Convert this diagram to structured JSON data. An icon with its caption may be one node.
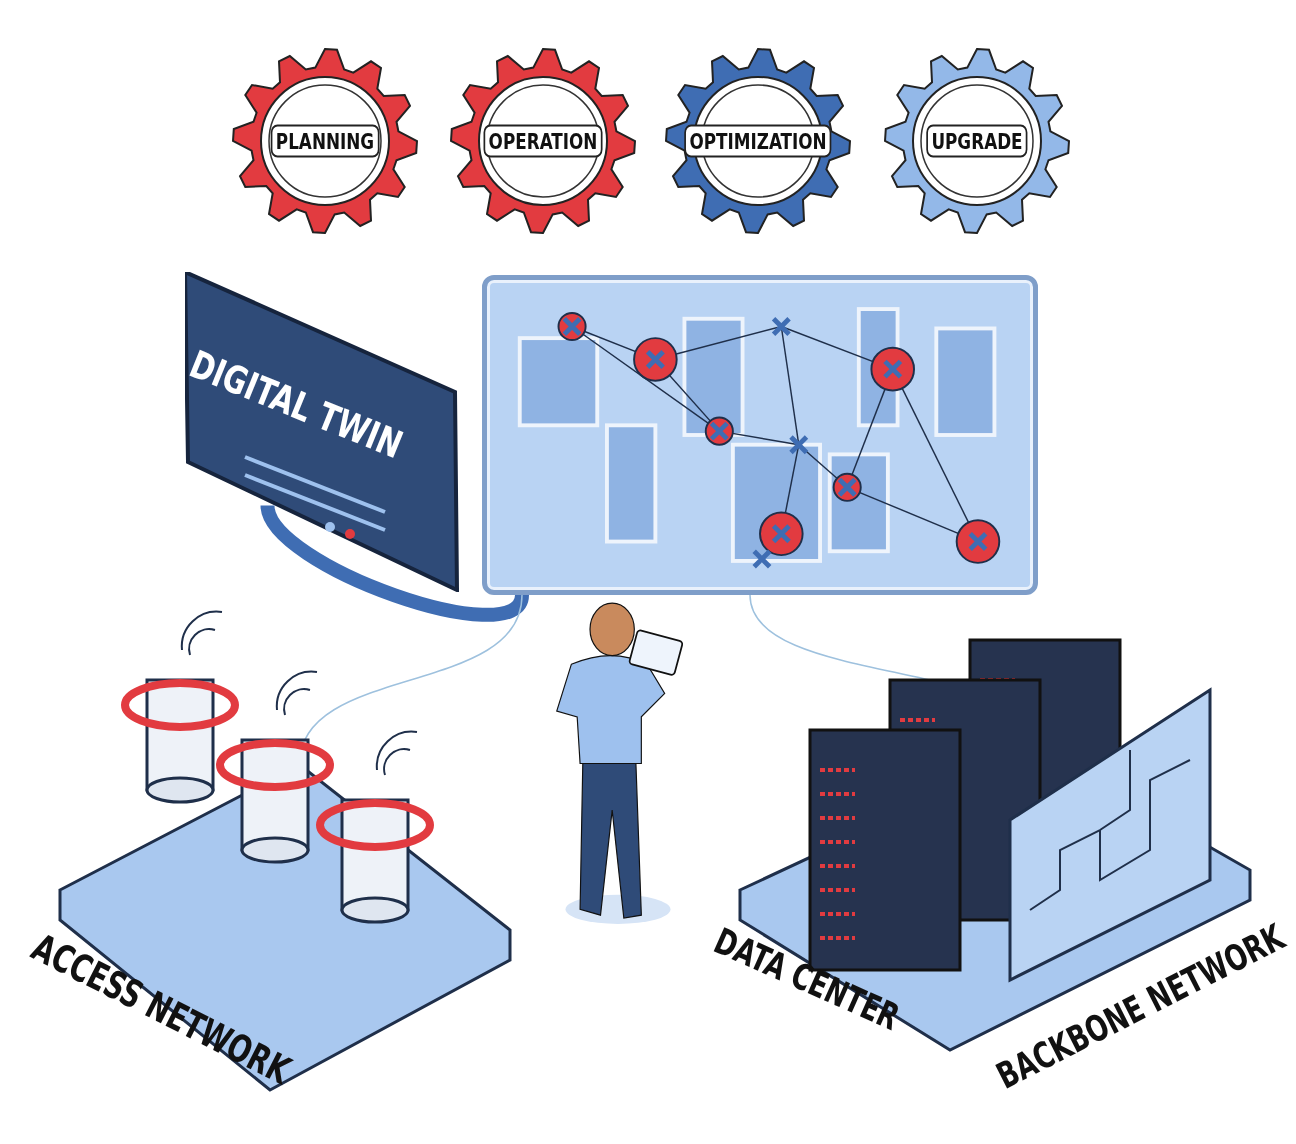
{
  "diagram": {
    "nodes": [
      {
        "text": [
          "PLANNING"
        ]
      },
      {
        "text": [
          "OPERATION"
        ]
      },
      {
        "text": [
          "OPTIMIZATION"
        ]
      },
      {
        "text": [
          "UPGRADE"
        ]
      },
      {
        "text": [
          "DIGITAL TWIN"
        ]
      },
      {
        "text": [],
        "shape": "picture"
      },
      {
        "text": [
          "ACCESS NETWORK"
        ]
      },
      {
        "text": [
          "DATA CENTER",
          "BACKBONE NETWORK"
        ]
      }
    ],
    "edges": [
      {
        "from": 4,
        "to": 5,
        "arrow": "none",
        "style": "thick",
        "color": "#3f6db3"
      },
      {
        "from": 5,
        "to": 6,
        "arrow": "none"
      },
      {
        "from": 5,
        "to": 7,
        "arrow": "none"
      }
    ]
  }
}
